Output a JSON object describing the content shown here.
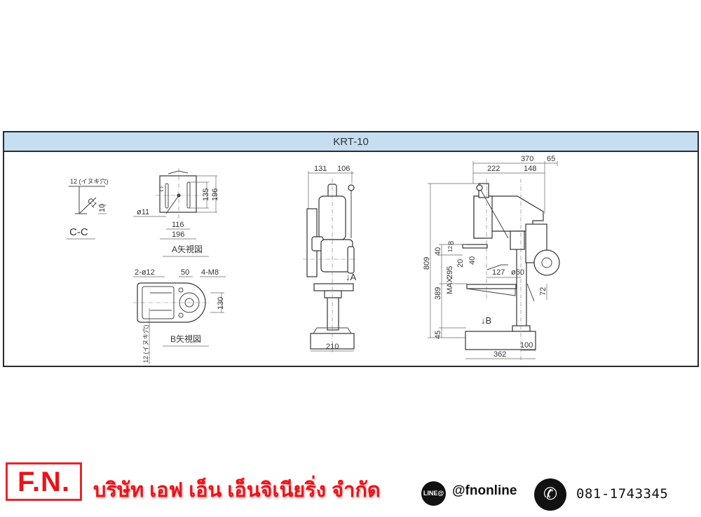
{
  "title": "KRT-10",
  "section_cc": {
    "hole_note": "12 (イヌキ穴)",
    "chamfer": "C1",
    "height": "10",
    "label": "C-C"
  },
  "view_a": {
    "dim_135": "135",
    "dim_196_v": "196",
    "hole": "ø11",
    "dim_116": "116",
    "dim_196_h": "196",
    "label": "A矢視図",
    "c_mark": "C"
  },
  "view_b": {
    "holes": "2-ø12",
    "dim_50": "50",
    "tap": "4-M8",
    "dim_130": "130",
    "hole_note": "12 (イヌキ穴)",
    "label": "B矢視図"
  },
  "front_view": {
    "dim_131": "131",
    "dim_106": "106",
    "arrow_a": "↓A",
    "dim_210": "210"
  },
  "side_view": {
    "dim_370": "370",
    "dim_65": "65",
    "dim_222": "222",
    "dim_148": "148",
    "dim_809": "809",
    "dim_40a": "40",
    "dim_12": "12",
    "dim_8": "8",
    "dim_20": "20",
    "dim_40b": "40",
    "dim_295": "295",
    "max": "MAX",
    "dim_389": "389",
    "dim_127": "127",
    "dim_60": "ø60",
    "dim_72": "72",
    "arrow_b": "↓B",
    "dim_45": "45",
    "dim_100": "100",
    "dim_362": "362"
  },
  "footer": {
    "logo": "F.N.",
    "company": "บริษัท เอฟ เอ็น เอ็นจิเนียริ่ง จำกัด",
    "line_icon": "LINE@",
    "line_handle": "@fnonline",
    "phone": "081-1743345",
    "brand_color": "#e8141b"
  }
}
